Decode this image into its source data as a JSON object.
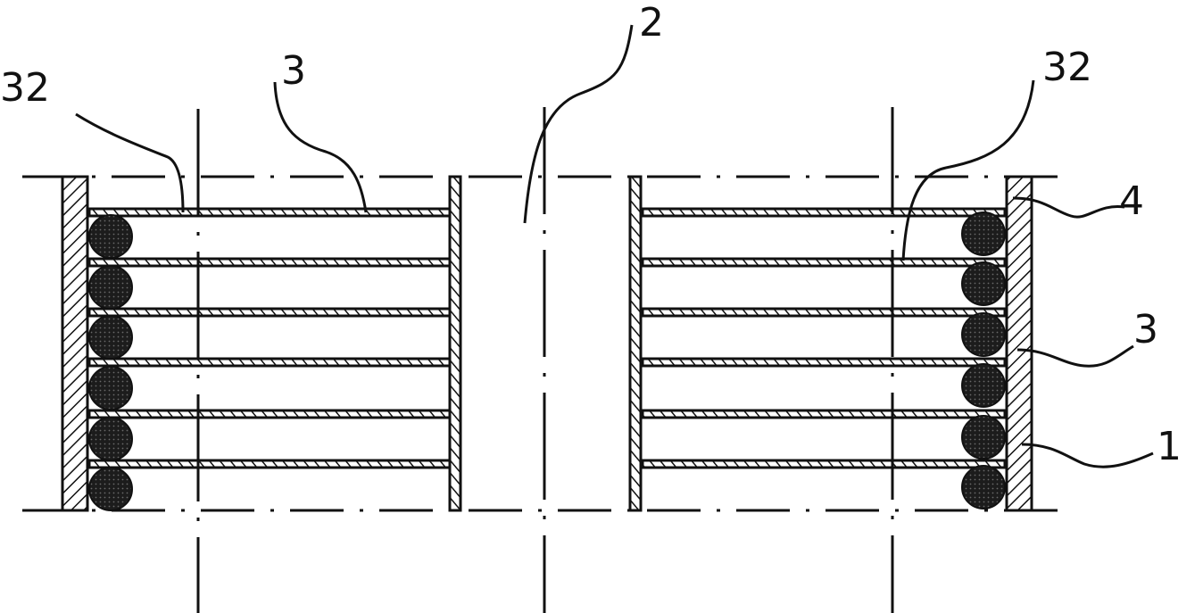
{
  "diagram": {
    "labels": {
      "left_top_a": "32",
      "left_top_b": "3",
      "center_top": "2",
      "right_top": "32",
      "right_4": "4",
      "right_3": "3",
      "right_1": "1"
    },
    "colors": {
      "ink": "#111111",
      "hatch_fill": "#111111",
      "roller_fill": "#1c1c1c",
      "background": "#ffffff"
    }
  }
}
